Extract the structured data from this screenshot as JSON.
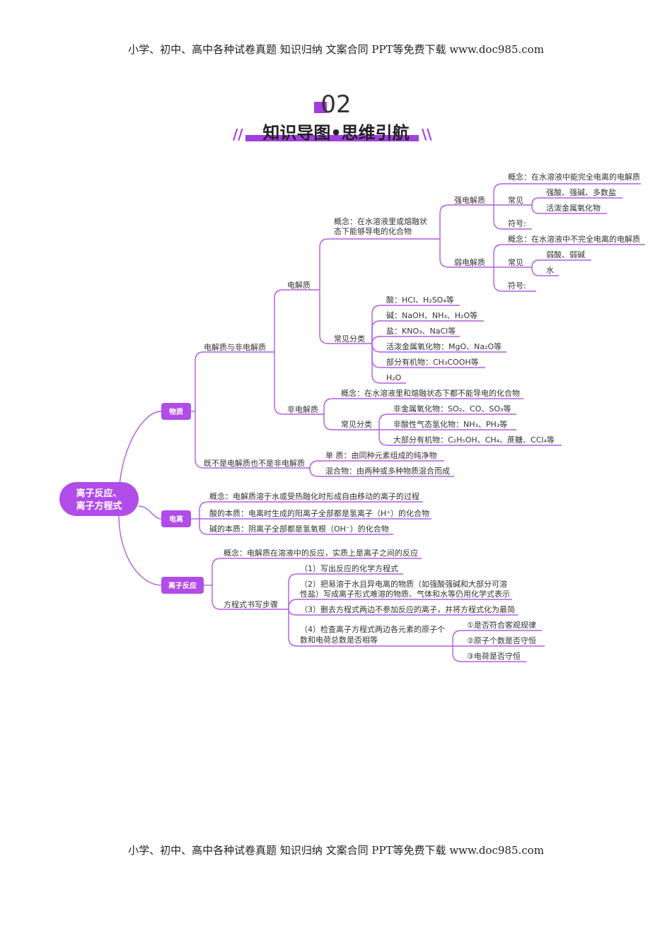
{
  "header_text": "小学、初中、高中各种试卷真题  知识归纳  文案合同  PPT等免费下载      www.doc985.com",
  "footer_text": "小学、初中、高中各种试卷真题  知识归纳  文案合同  PPT等免费下载      www.doc985.com",
  "section_number": "02",
  "section_title": "知识导图•思维引航",
  "colors": {
    "accent": "#a13ee0",
    "line": "#b25be0",
    "chip": "#b04ce8"
  },
  "mindmap": {
    "root": [
      "离子反应、",
      "离子方程式"
    ],
    "n_wuzhi": "物质",
    "n_dianli": "电离",
    "n_lizifanying": "离子反应",
    "n_djz_fdjz": "电解质与非电解质",
    "n_jbsh": "既不是电解质也不是非电解质",
    "n_djz": "电解质",
    "n_fdjz": "非电解质",
    "n_djz_gainian": [
      "概念：在水溶液里或熔融状",
      "态下能够导电的化合物"
    ],
    "n_qdjz": "强电解质",
    "n_rdjz": "弱电解质",
    "n_q_gainian": "概念：在水溶液中能完全电离的电解质",
    "n_q_changjian": "常见",
    "n_q_c1": "强酸、强碱、多数盐",
    "n_q_c2": "活泼金属氧化物",
    "n_q_fuhao": "符号:",
    "n_r_gainian": "概念：在水溶液中不完全电离的电解质",
    "n_r_changjian": "常见",
    "n_r_c1": "弱酸、弱碱",
    "n_r_c2": "水",
    "n_r_fuhao": "符号:",
    "n_djz_fenlei": "常见分类",
    "n_f1": "酸：HCl、H₂SO₄等",
    "n_f2": "碱：NaOH、NH₃、H₂O等",
    "n_f3": "盐：KNO₃、NaCl等",
    "n_f4": "活泼金属氧化物：MgO、Na₂O等",
    "n_f5": "部分有机物：CH₃COOH等",
    "n_f6": "H₂O",
    "n_fdjz_gainian": "概念：在水溶液里和熔融状态下都不能导电的化合物",
    "n_fdjz_fenlei": "常见分类",
    "n_nf1": "非金属氧化物：SO₂、CO、SO₃等",
    "n_nf2": "非酸性气态氢化物：NH₃、PH₃等",
    "n_nf3": "大部分有机物：C₂H₅OH、CH₄、蔗糖、CCl₄等",
    "n_danzhi": "单  质：由同种元素组成的纯净物",
    "n_hunhewu": "混合物：由两种或多种物质混合而成",
    "n_dl_gainian": "概念：电解质溶于水或受热融化时形成自由移动的离子的过程",
    "n_dl_suan": "酸的本质：电离时生成的阳离子全部都是氢离子（H⁺）的化合物",
    "n_dl_jian": "碱的本质：阴离子全部都是氢氧根（OH⁻）的化合物",
    "n_lf_gainian": "概念：电解质在溶液中的反应，实质上是离子之间的反应",
    "n_lf_buzhou": "方程式书写步骤",
    "n_s1": "（1）写出反应的化学方程式",
    "n_s2": [
      "（2）把易溶于水且异电离的物质（如强酸强碱和大部分可溶",
      "性盐）写成离子形式难溶的物质、气体和水等仍用化学式表示"
    ],
    "n_s3": "（3）删去方程式两边不参加反应的离子，并将方程式化为最简",
    "n_s4": [
      "（4）检查离子方程式两边各元素的原子个",
      "数和电荷总数是否相等"
    ],
    "n_c1": "①是否符合客观规律",
    "n_c2": "②原子个数是否守恒",
    "n_c3": "③电荷是否守恒"
  }
}
